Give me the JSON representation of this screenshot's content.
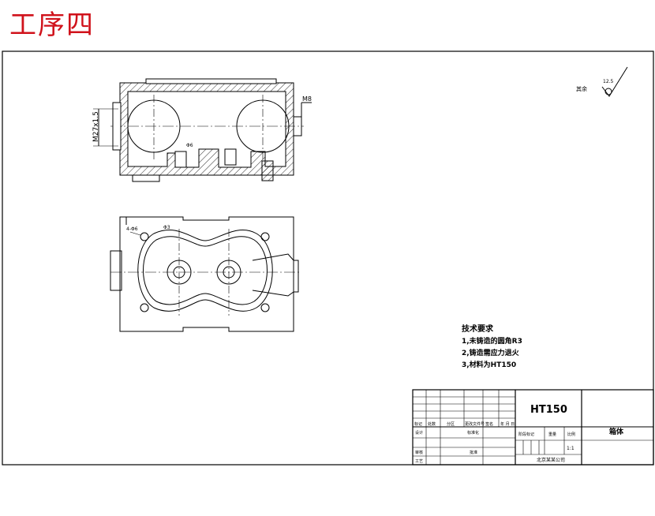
{
  "page_title": "工序四",
  "front_view": {
    "thread_label": "M27x1.5",
    "port_label": "M8",
    "small_label": "Φ6"
  },
  "top_view": {
    "holes_label": "4-Φ6",
    "side_label": "Φ3"
  },
  "surface_finish": {
    "prefix": "其余",
    "value": "12.5"
  },
  "tech_requirements": {
    "heading": "技术要求",
    "items": [
      "1,未铸造的圆角R3",
      "2,铸造需应力退火",
      "3,材料为HT150"
    ]
  },
  "title_block": {
    "material": "HT150",
    "part_name": "箱体",
    "scale": "1:1",
    "company": "北京某某公司",
    "header_cells": [
      "标记",
      "处数",
      "分区",
      "更改文件号",
      "签名",
      "年 月 日"
    ],
    "row_labels": [
      "设计",
      "审核",
      "工艺"
    ],
    "standardized": "标准化",
    "approve": "批准",
    "stage_label": "阶段标记",
    "weight_label": "重量",
    "scale_label": "比例"
  }
}
